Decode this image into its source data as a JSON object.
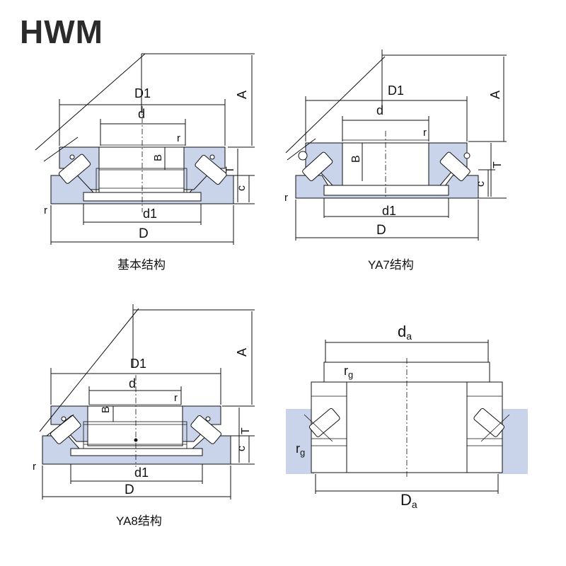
{
  "brand": {
    "logo_text": "HWM"
  },
  "captions": {
    "basic": "基本结构",
    "ya7": "YA7结构",
    "ya8": "YA8结构"
  },
  "labels": {
    "D1": "D1",
    "d": "d",
    "r": "r",
    "B": "B",
    "A": "A",
    "T": "T",
    "c": "c",
    "d1": "d1",
    "D": "D",
    "da_main": "d",
    "da_sub": "a",
    "Da_main": "D",
    "Da_sub": "a",
    "rg_main": "r",
    "rg_sub": "g"
  },
  "colors": {
    "bearing_fill": "#c9d4ea",
    "outline": "#111111",
    "logo": "#2b2b2b"
  }
}
